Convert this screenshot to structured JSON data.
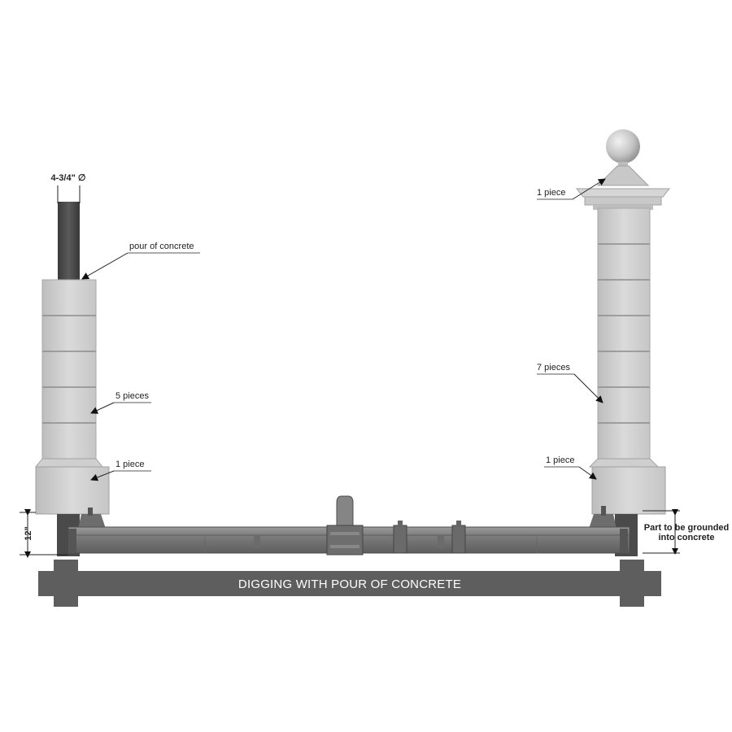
{
  "labels": {
    "pipe_diameter": "4-3/4\" ∅",
    "pour_of_concrete": "pour of concrete",
    "left_pieces": "5 pieces",
    "left_base_piece": "1 piece",
    "right_cap_piece": "1 piece",
    "right_pieces": "7 pieces",
    "right_base_piece": "1 piece",
    "depth": "12\"",
    "grounded_line1": "Part to be grounded",
    "grounded_line2": "into concrete",
    "band": "DIGGING WITH POUR OF CONCRETE"
  },
  "colors": {
    "block": "#d4d4d4",
    "block_edge": "#a9a9a9",
    "dark_steel": "#4d4d4d",
    "track": "#7a7a7a",
    "band": "#5e5e5e"
  }
}
